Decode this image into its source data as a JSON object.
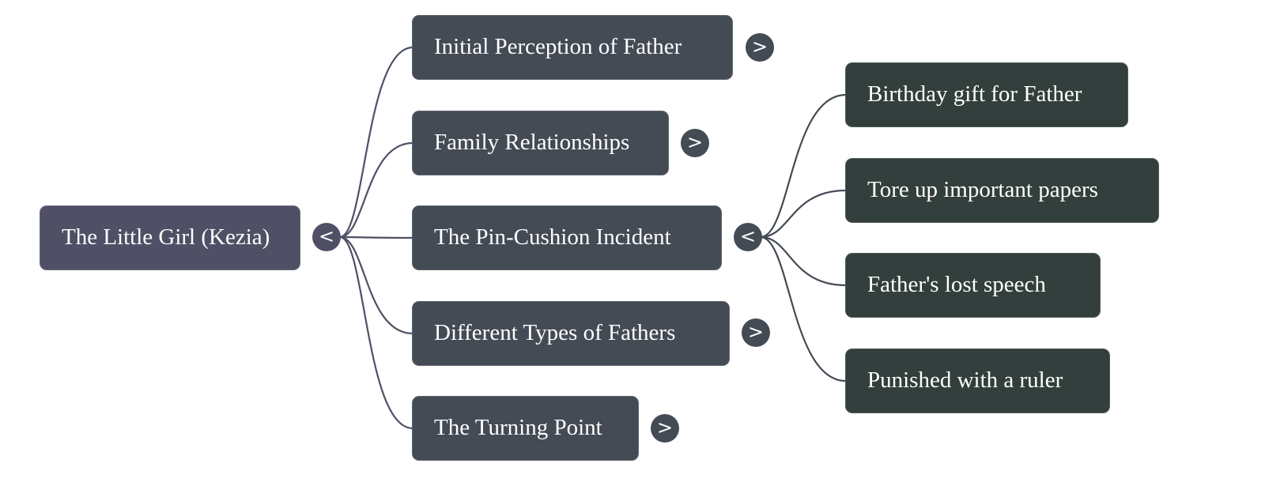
{
  "colors": {
    "root_fill": "#4f5066",
    "level1_fill": "#444b55",
    "level2_fill": "#323f3d",
    "edge_root": "#4f5066",
    "edge_level1": "#444b55",
    "text": "#ffffff"
  },
  "root": {
    "label": "The Little Girl (Kezia)",
    "toggle": {
      "icon": "collapse-icon",
      "glyph": "<",
      "state": "expanded"
    }
  },
  "children": [
    {
      "label": "Initial Perception of Father",
      "toggle": {
        "icon": "expand-icon",
        "glyph": ">",
        "state": "collapsed"
      }
    },
    {
      "label": "Family Relationships",
      "toggle": {
        "icon": "expand-icon",
        "glyph": ">",
        "state": "collapsed"
      }
    },
    {
      "label": "The Pin-Cushion Incident",
      "toggle": {
        "icon": "collapse-icon",
        "glyph": "<",
        "state": "expanded"
      },
      "children": [
        {
          "label": "Birthday gift for Father"
        },
        {
          "label": "Tore up important papers"
        },
        {
          "label": "Father's lost speech"
        },
        {
          "label": "Punished with a ruler"
        }
      ]
    },
    {
      "label": "Different Types of Fathers",
      "toggle": {
        "icon": "expand-icon",
        "glyph": ">",
        "state": "collapsed"
      }
    },
    {
      "label": "The Turning Point",
      "toggle": {
        "icon": "expand-icon",
        "glyph": ">",
        "state": "collapsed"
      }
    }
  ]
}
